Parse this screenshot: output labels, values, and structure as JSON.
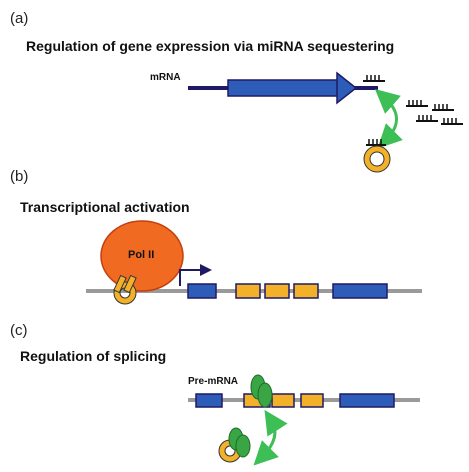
{
  "panels": [
    {
      "letter": "(a)",
      "title": "Regulation of gene expression via miRNA sequestering"
    },
    {
      "letter": "(b)",
      "title": "Transcriptional activation"
    },
    {
      "letter": "(c)",
      "title": "Regulation of splicing"
    }
  ],
  "labels": {
    "mrna": "mRNA",
    "pol2": "Pol II",
    "pre_mrna": "Pre-mRNA"
  },
  "colors": {
    "blue_exon": "#2d5db8",
    "yellow_exon": "#f3b12a",
    "dark_navy": "#1f1a66",
    "pol_orange": "#f06a22",
    "green_arrow": "#3dbf55",
    "green_protein": "#3aa545",
    "gray_line": "#9a9a9a"
  }
}
